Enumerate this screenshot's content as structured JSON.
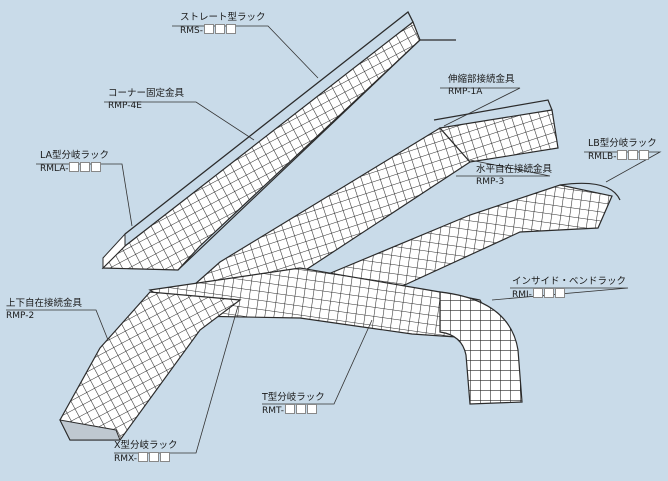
{
  "colors": {
    "background": "#c9dbe9",
    "tray_fill": "#ffffff",
    "tray_wire": "#2b2b2b",
    "tray_shade": "#bfc8d0",
    "leader": "#333333"
  },
  "callouts": [
    {
      "id": "rms",
      "title": "ストレート型ラック",
      "code": "RMS-",
      "boxes": "□□□"
    },
    {
      "id": "rmp4e",
      "title": "コーナー固定金具",
      "code": "RMP-4E",
      "boxes": ""
    },
    {
      "id": "rmla",
      "title": "LA型分岐ラック",
      "code": "RMLA-",
      "boxes": "□□□"
    },
    {
      "id": "rmp1a",
      "title": "伸縮部接続金具",
      "code": "RMP-1A",
      "boxes": ""
    },
    {
      "id": "rmlb",
      "title": "LB型分岐ラック",
      "code": "RMLB-",
      "boxes": "□□□"
    },
    {
      "id": "rmp3",
      "title": "水平自在接続金具",
      "code": "RMP-3",
      "boxes": ""
    },
    {
      "id": "rmi",
      "title": "インサイド・ベンドラック",
      "code": "RMI-",
      "boxes": "□□□"
    },
    {
      "id": "rmp2",
      "title": "上下自在接続金具",
      "code": "RMP-2",
      "boxes": ""
    },
    {
      "id": "rmt",
      "title": "T型分岐ラック",
      "code": "RMT-",
      "boxes": "□□□"
    },
    {
      "id": "rmx",
      "title": "X型分岐ラック",
      "code": "RMX-",
      "boxes": "□□□"
    }
  ]
}
